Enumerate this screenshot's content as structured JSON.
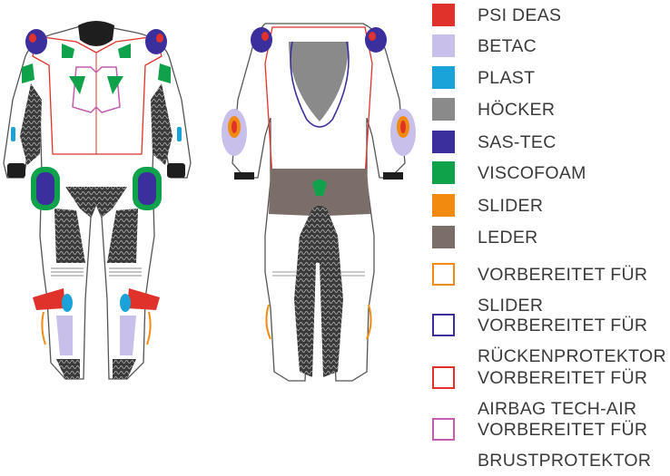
{
  "diagram": {
    "legend": [
      {
        "label": "PSI DEAS",
        "color": "#e0322b",
        "style": "fill"
      },
      {
        "label": "BETAC",
        "color": "#c8c0ea",
        "style": "fill"
      },
      {
        "label": "PLAST",
        "color": "#1aa3d8",
        "style": "fill"
      },
      {
        "label": "HÖCKER",
        "color": "#8a8a8a",
        "style": "fill"
      },
      {
        "label": "SAS-TEC",
        "color": "#3a2f9c",
        "style": "fill"
      },
      {
        "label": "VISCOFOAM",
        "color": "#0fa24a",
        "style": "fill"
      },
      {
        "label": "SLIDER",
        "color": "#f28a10",
        "style": "fill"
      },
      {
        "label": "LEDER",
        "color": "#7b6e69",
        "style": "fill"
      },
      {
        "label": "VORBEREITET FÜR\nSLIDER",
        "color": "#f28a10",
        "style": "outline"
      },
      {
        "label": "VORBEREITET FÜR\nRÜCKENPROTEKTOR",
        "color": "#3a2f9c",
        "style": "outline"
      },
      {
        "label": "VORBEREITET FÜR\nAIRBAG TECH-AIR",
        "color": "#e0322b",
        "style": "outline"
      },
      {
        "label": "VORBEREITET FÜR\nBRUSTPROTEKTOR",
        "color": "#c45cb0",
        "style": "outline"
      }
    ]
  }
}
